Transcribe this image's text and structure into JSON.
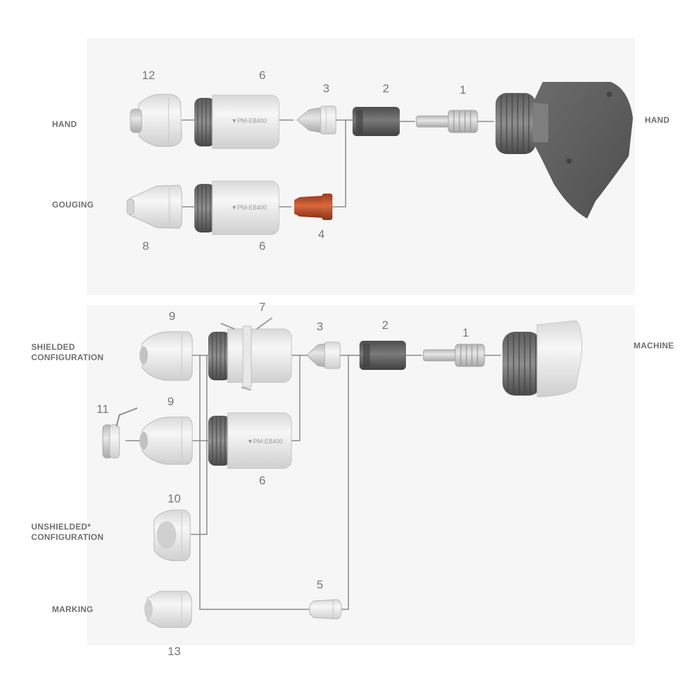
{
  "sections": {
    "hand": "HAND",
    "gouging": "GOUGING",
    "hand_right": "HAND",
    "shielded": "SHIELDED\nCONFIGURATION",
    "machine": "MACHINE",
    "unshielded": "UNSHIELDED*\nCONFIGURATION",
    "marking": "MARKING"
  },
  "part_numbers": {
    "hand_shield_12": "12",
    "hand_cap_6": "6",
    "hand_nozzle_3": "3",
    "hand_swirl_2": "2",
    "hand_electrode_1": "1",
    "gouge_shield_8": "8",
    "gouge_cap_6": "6",
    "gouge_nozzle_4": "4",
    "shielded_shield_9": "9",
    "shielded_cap_7": "7",
    "machine_nozzle_3": "3",
    "machine_swirl_2": "2",
    "machine_electrode_1": "1",
    "ohmic_clip_11": "11",
    "ohmic_shield_9": "9",
    "machine_cap_6": "6",
    "unshielded_deflector_10": "10",
    "marking_nozzle_5": "5",
    "marking_shield_13": "13"
  },
  "cap_text": {
    "hand_cap": "▼PM-E8400",
    "gouge_cap": "▼PM-E8400",
    "machine_cap": "▼PM-E8400"
  },
  "colors": {
    "panel": "#f6f6f6",
    "line": "#8a8a8a",
    "part_light": "#e9e9e9",
    "part_dark": "#5e5e5e",
    "nozzle_copper": "#c4552e"
  }
}
